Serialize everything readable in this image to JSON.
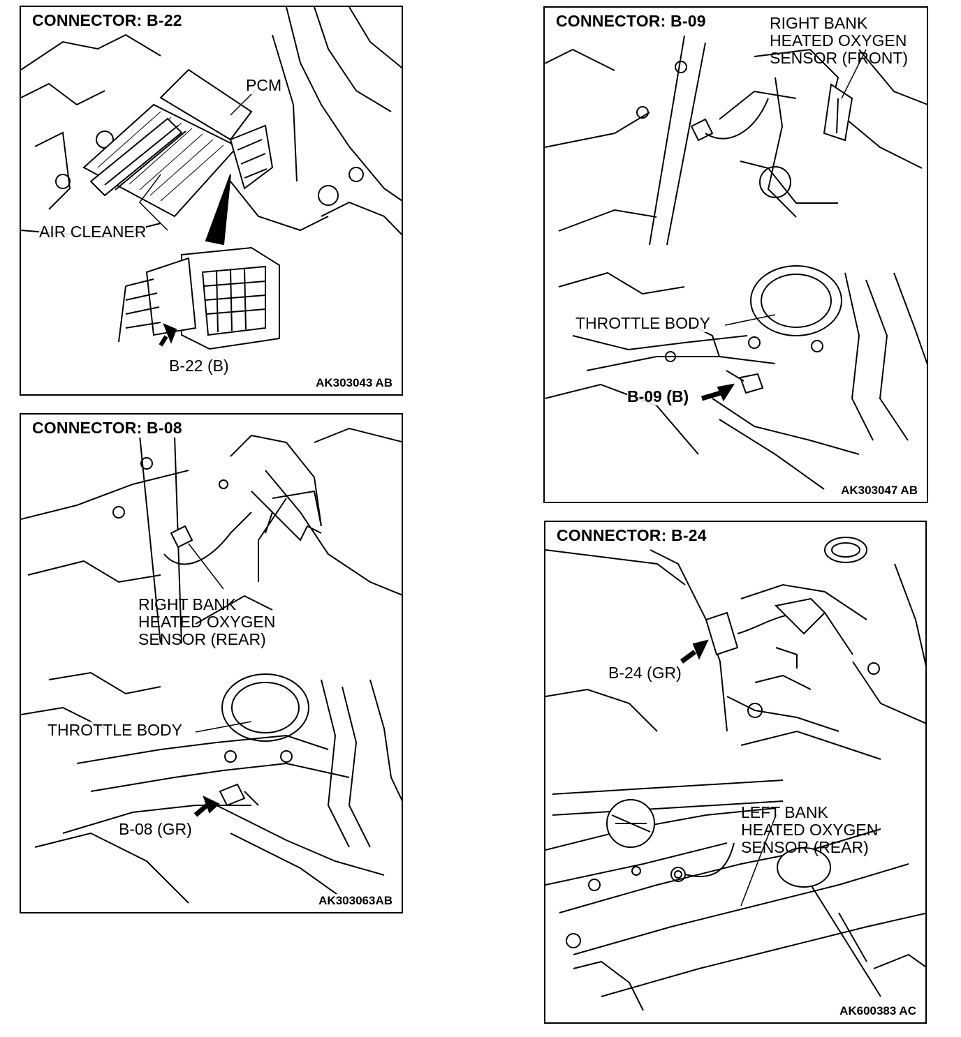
{
  "panels": {
    "b22": {
      "title": "CONNECTOR: B-22",
      "code": "AK303043 AB",
      "labels": {
        "pcm": "PCM",
        "air_cleaner": "AIR CLEANER",
        "connector": "B-22 (B)"
      }
    },
    "b08": {
      "title": "CONNECTOR: B-08",
      "code": "AK303063AB",
      "labels": {
        "sensor_l1": "RIGHT BANK",
        "sensor_l2": "HEATED OXYGEN",
        "sensor_l3": "SENSOR (REAR)",
        "throttle": "THROTTLE BODY",
        "connector": "B-08 (GR)"
      }
    },
    "b09": {
      "title": "CONNECTOR: B-09",
      "code": "AK303047 AB",
      "labels": {
        "sensor_l1": "RIGHT BANK",
        "sensor_l2": "HEATED OXYGEN",
        "sensor_l3": "SENSOR (FRONT)",
        "throttle": "THROTTLE BODY",
        "connector": "B-09 (B)"
      }
    },
    "b24": {
      "title": "CONNECTOR: B-24",
      "code": "AK600383 AC",
      "labels": {
        "connector": "B-24 (GR)",
        "sensor_l1": "LEFT BANK",
        "sensor_l2": "HEATED OXYGEN",
        "sensor_l3": "SENSOR (REAR)"
      }
    }
  }
}
